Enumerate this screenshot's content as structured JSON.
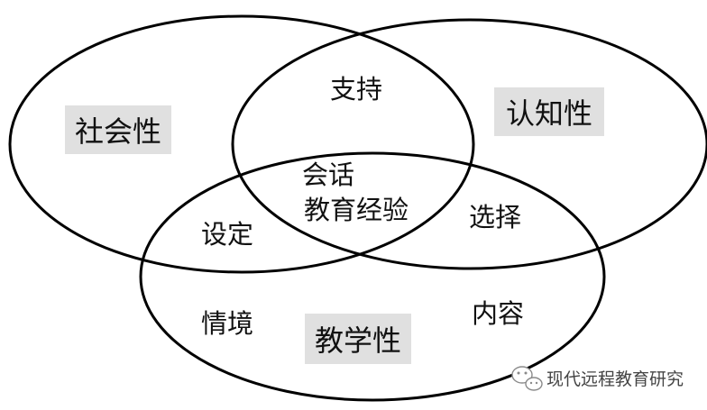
{
  "diagram": {
    "circles": {
      "social": "社会性",
      "cognitive": "认知性",
      "teaching": "教学性"
    },
    "overlaps": {
      "social_cognitive": "支持",
      "center_line1": "会话",
      "center_line2": "教育经验",
      "social_teaching": "设定",
      "cognitive_teaching": "选择"
    },
    "teaching_items": {
      "left": "情境",
      "right": "内容"
    }
  },
  "watermark": {
    "text": "现代远程教育研究",
    "icon": "wechat-icon"
  },
  "colors": {
    "outline": "#000000",
    "label_highlight": "#e0e0e0",
    "text": "#111111"
  }
}
